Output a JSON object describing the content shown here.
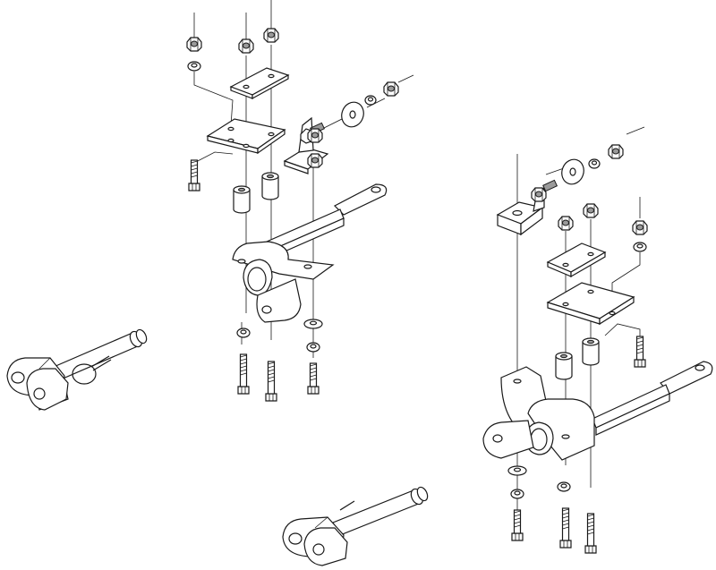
{
  "diagram": {
    "kind": "exploded-assembly",
    "line_color": "#1a1a1a",
    "fill_color": "#ffffff",
    "assemblies": [
      {
        "name": "left-upper-assembly",
        "parts": [
          "hex-nut",
          "lock-washer",
          "top-plate",
          "mount-plate",
          "bolt",
          "spacer",
          "arm-bracket",
          "angle-bracket",
          "flat-washer"
        ]
      },
      {
        "name": "right-lower-assembly",
        "parts": [
          "hex-nut",
          "lock-washer",
          "top-plate",
          "mount-plate",
          "bolt",
          "spacer",
          "arm-bracket",
          "angle-bracket",
          "flat-washer"
        ]
      },
      {
        "name": "clevis-pin-left",
        "parts": [
          "clevis",
          "pin",
          "hair-pin-clip"
        ]
      },
      {
        "name": "clevis-pin-bottom",
        "parts": [
          "clevis",
          "pin"
        ]
      }
    ]
  }
}
